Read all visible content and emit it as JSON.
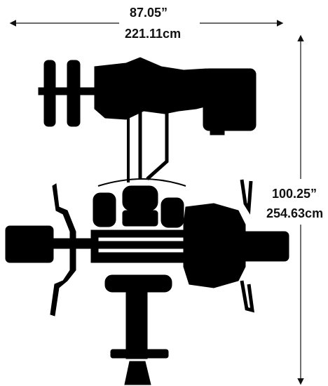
{
  "dimensions": {
    "width_imperial": "87.05”",
    "width_metric": "221.11cm",
    "height_imperial": "100.25”",
    "height_metric": "254.63cm"
  },
  "colors": {
    "silhouette": "#000000",
    "lines": "#111111",
    "background": "#ffffff"
  }
}
